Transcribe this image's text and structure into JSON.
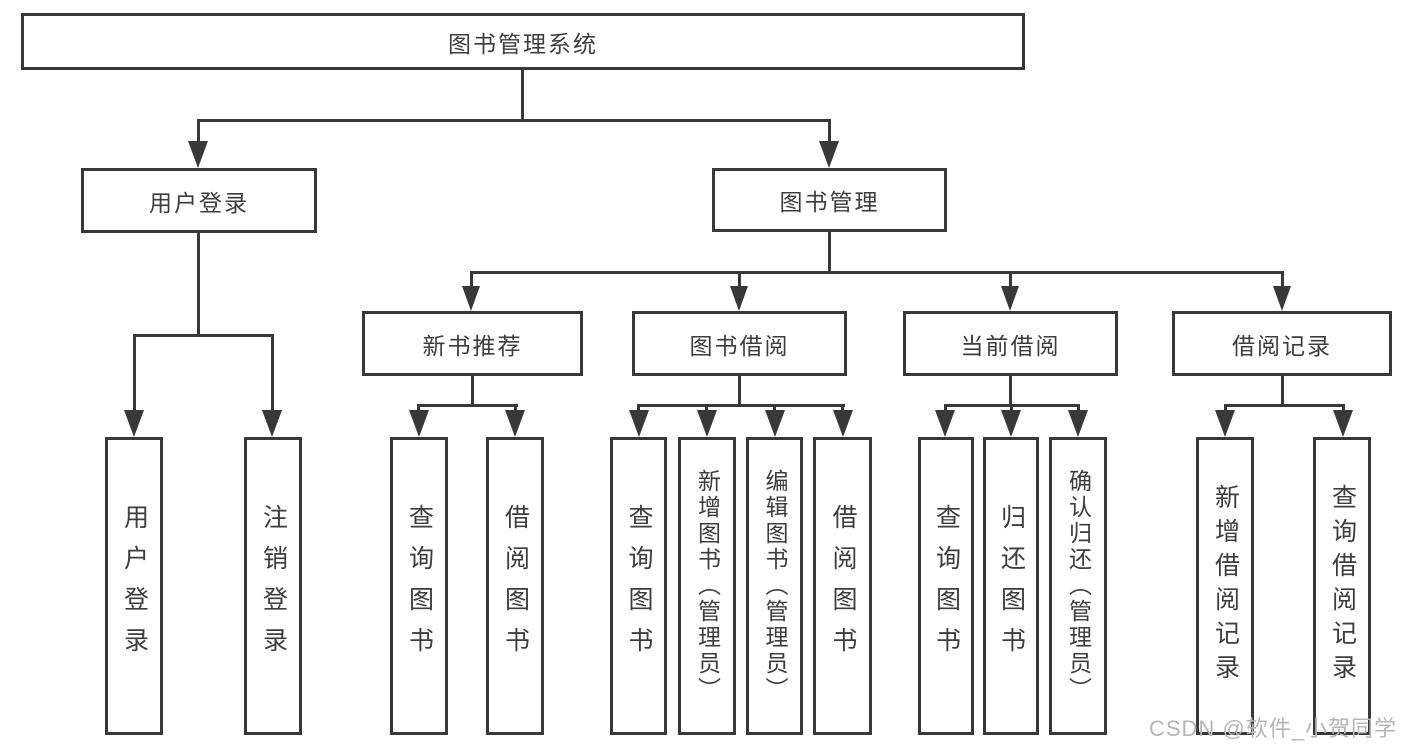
{
  "root": "图书管理系统",
  "branches": [
    {
      "label": "用户登录",
      "leaves": [
        "用户登录",
        "注销登录"
      ]
    },
    {
      "label": "图书管理",
      "groups": [
        {
          "label": "新书推荐",
          "leaves": [
            "查询图书",
            "借阅图书"
          ]
        },
        {
          "label": "图书借阅",
          "leaves": [
            "查询图书",
            "新增图书（管理员）",
            "编辑图书（管理员）",
            "借阅图书"
          ]
        },
        {
          "label": "当前借阅",
          "leaves": [
            "查询图书",
            "归还图书",
            "确认归还（管理员）"
          ]
        },
        {
          "label": "借阅记录",
          "leaves": [
            "新增借阅记录",
            "查询借阅记录"
          ]
        }
      ]
    }
  ],
  "watermark": "CSDN @软件_小贺同学",
  "colors": {
    "line": "#383838",
    "text": "#3d3d3d",
    "box-bg": "#ffffff",
    "page-bg": "#ffffff",
    "watermark": "#b5b5b5"
  }
}
